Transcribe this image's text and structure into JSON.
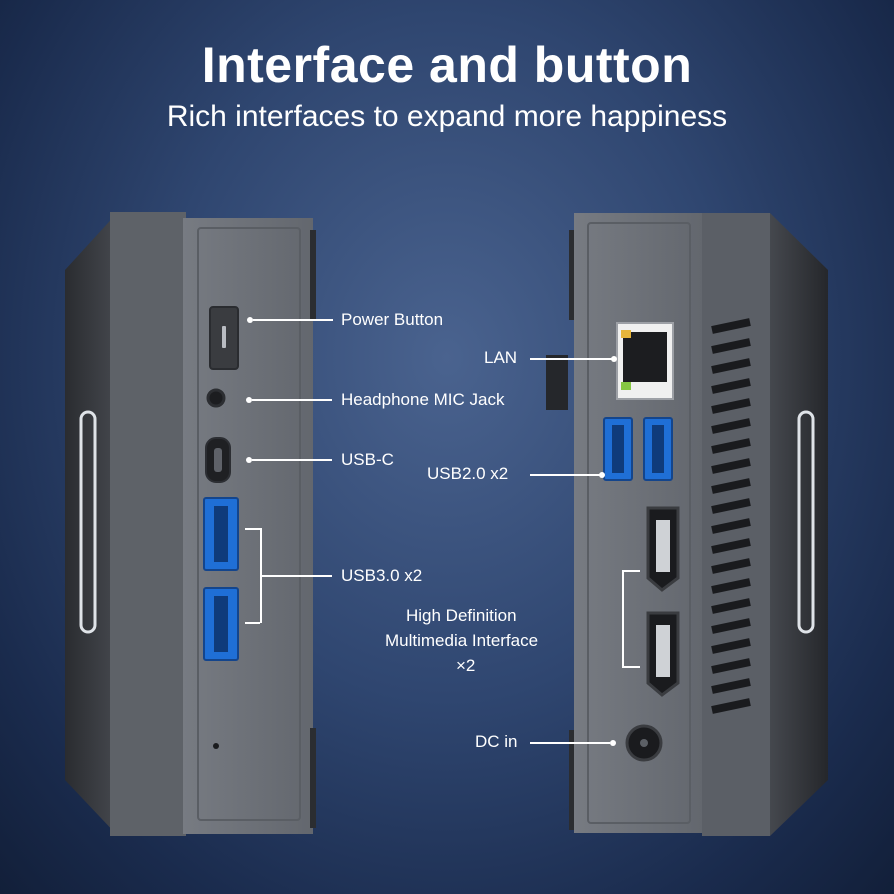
{
  "header": {
    "title": "Interface and button",
    "subtitle": "Rich interfaces to expand more happiness"
  },
  "left_ports": {
    "power": "Power Button",
    "headphone": "Headphone MIC Jack",
    "usbc": "USB-C",
    "usb3": "USB3.0 x2"
  },
  "right_ports": {
    "lan": "LAN",
    "usb2": "USB2.0 x2",
    "hdmi_line1": "High Definition",
    "hdmi_line2": "Multimedia Interface",
    "hdmi_line3": "×2",
    "dc": "DC in"
  },
  "colors": {
    "usb3_blue": "#1f6fd6",
    "chassis_grey": "#6d7178",
    "background_blue": "#2f4670"
  }
}
